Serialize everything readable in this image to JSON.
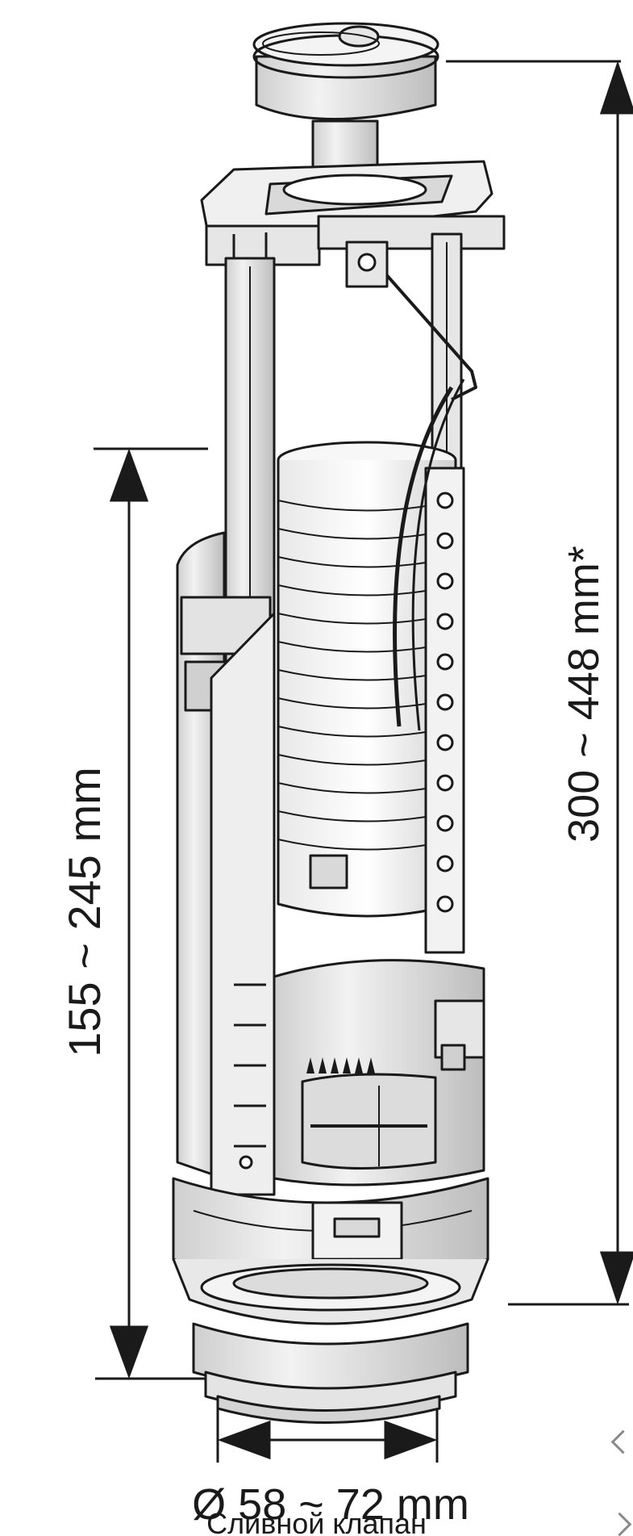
{
  "dimensions": {
    "total_height": "300 ~ 448 mm*",
    "overflow_height": "155 ~ 245 mm",
    "base_diameter": "Ø 58 ~ 72 mm"
  },
  "caption": "Сливной клапан",
  "colors": {
    "line": "#1a1a1a",
    "fill_light": "#ffffff",
    "fill_shade": "#d9d9d9",
    "fill_mid": "#bdbdbd"
  }
}
